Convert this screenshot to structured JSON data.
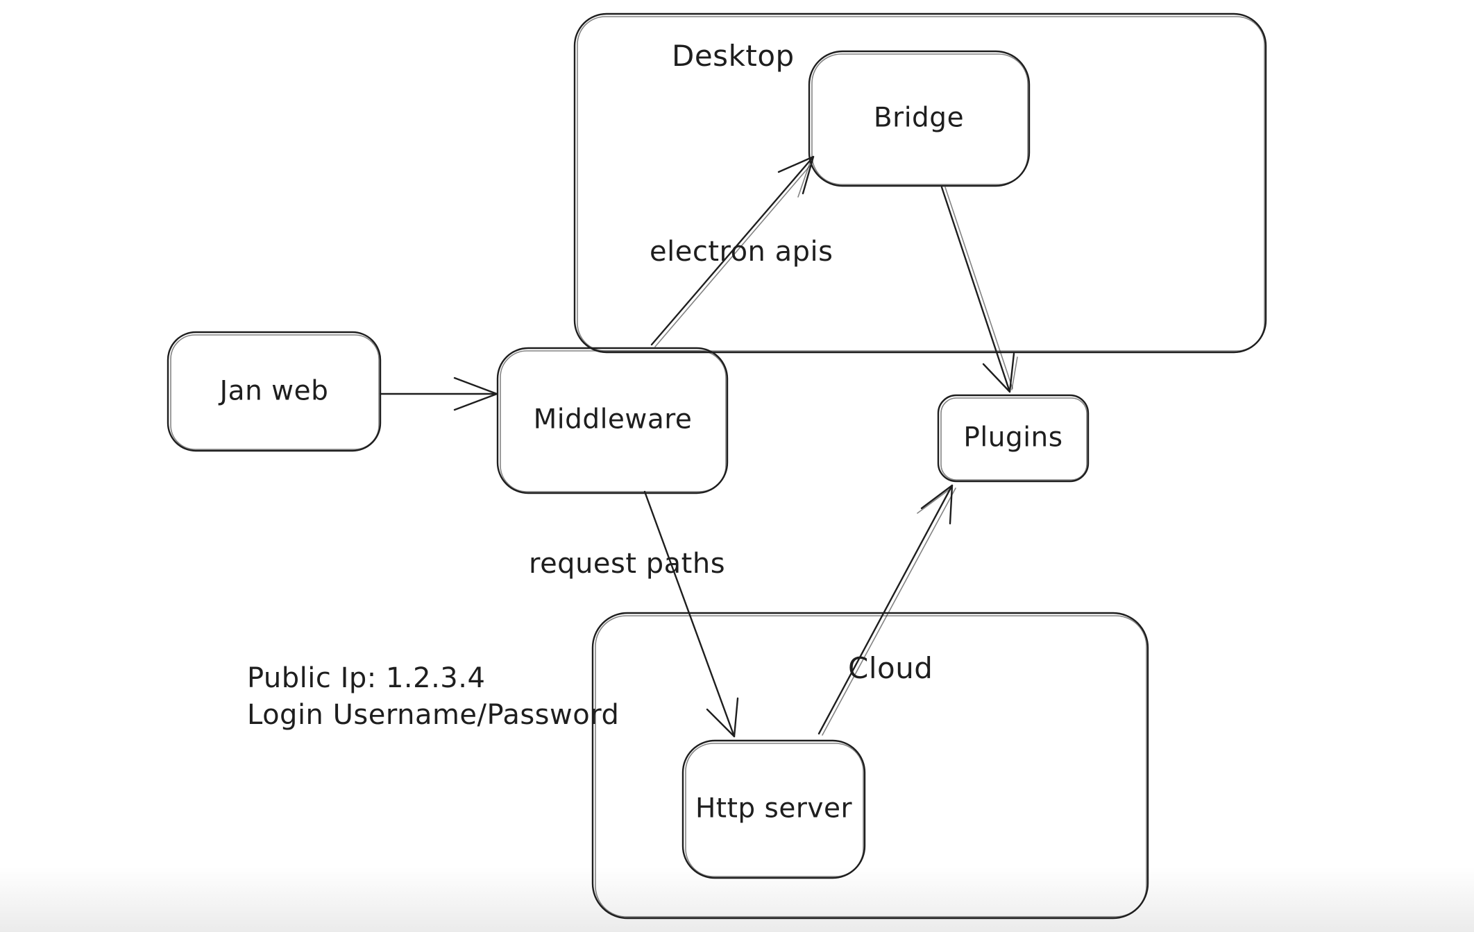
{
  "app": {
    "type": "hand-drawn-architecture-diagram"
  },
  "colors": {
    "ink": "#1e1e1e",
    "background": "#ffffff"
  },
  "containers": [
    {
      "id": "desktop",
      "label": "Desktop"
    },
    {
      "id": "cloud",
      "label": "Cloud"
    }
  ],
  "nodes": [
    {
      "id": "jan-web",
      "label": "Jan web"
    },
    {
      "id": "middleware",
      "label": "Middleware"
    },
    {
      "id": "bridge",
      "label": "Bridge"
    },
    {
      "id": "plugins",
      "label": "Plugins"
    },
    {
      "id": "http-server",
      "label": "Http server"
    }
  ],
  "edges": [
    {
      "from": "jan-web",
      "to": "middleware",
      "label": ""
    },
    {
      "from": "middleware",
      "to": "bridge",
      "label": "electron apis"
    },
    {
      "from": "bridge",
      "to": "plugins",
      "label": ""
    },
    {
      "from": "middleware",
      "to": "http-server",
      "label": "request paths"
    },
    {
      "from": "http-server",
      "to": "plugins",
      "label": ""
    }
  ],
  "note": {
    "line1": "Public Ip: 1.2.3.4",
    "line2": "Login Username/Password"
  }
}
